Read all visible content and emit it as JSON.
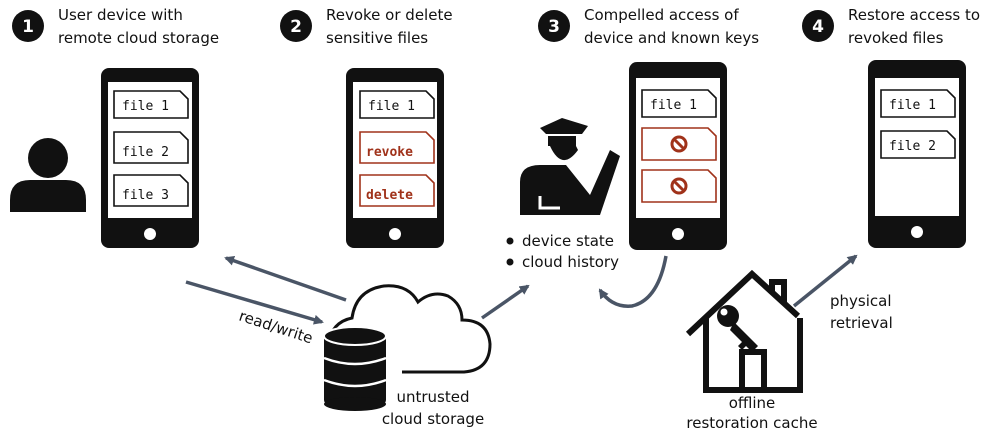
{
  "steps": [
    {
      "num": "1",
      "line1": "User device with",
      "line2": "remote cloud storage"
    },
    {
      "num": "2",
      "line1": "Revoke or delete",
      "line2": "sensitive files"
    },
    {
      "num": "3",
      "line1": "Compelled access of",
      "line2": "device and known keys"
    },
    {
      "num": "4",
      "line1": "Restore access to",
      "line2": "revoked files"
    }
  ],
  "phone1": {
    "files": [
      "file 1",
      "file 2",
      "file 3"
    ]
  },
  "phone2": {
    "file": "file 1",
    "revoke": "revoke",
    "delete": "delete"
  },
  "phone3": {
    "file": "file 1"
  },
  "phone4": {
    "files": [
      "file 1",
      "file 2"
    ]
  },
  "bullets": [
    "device state",
    "cloud history"
  ],
  "labels": {
    "read_write": "read/write",
    "cloud_line1": "untrusted",
    "cloud_line2": "cloud storage",
    "cache_line1": "offline",
    "cache_line2": "restoration cache",
    "retrieval_line1": "physical",
    "retrieval_line2": "retrieval"
  },
  "colors": {
    "accent": "#a0321a",
    "arrow": "#4a5566",
    "ink": "#111111"
  },
  "icons": [
    "user-icon",
    "officer-icon",
    "cloud-icon",
    "database-icon",
    "house-icon",
    "key-icon",
    "blocked-icon"
  ]
}
